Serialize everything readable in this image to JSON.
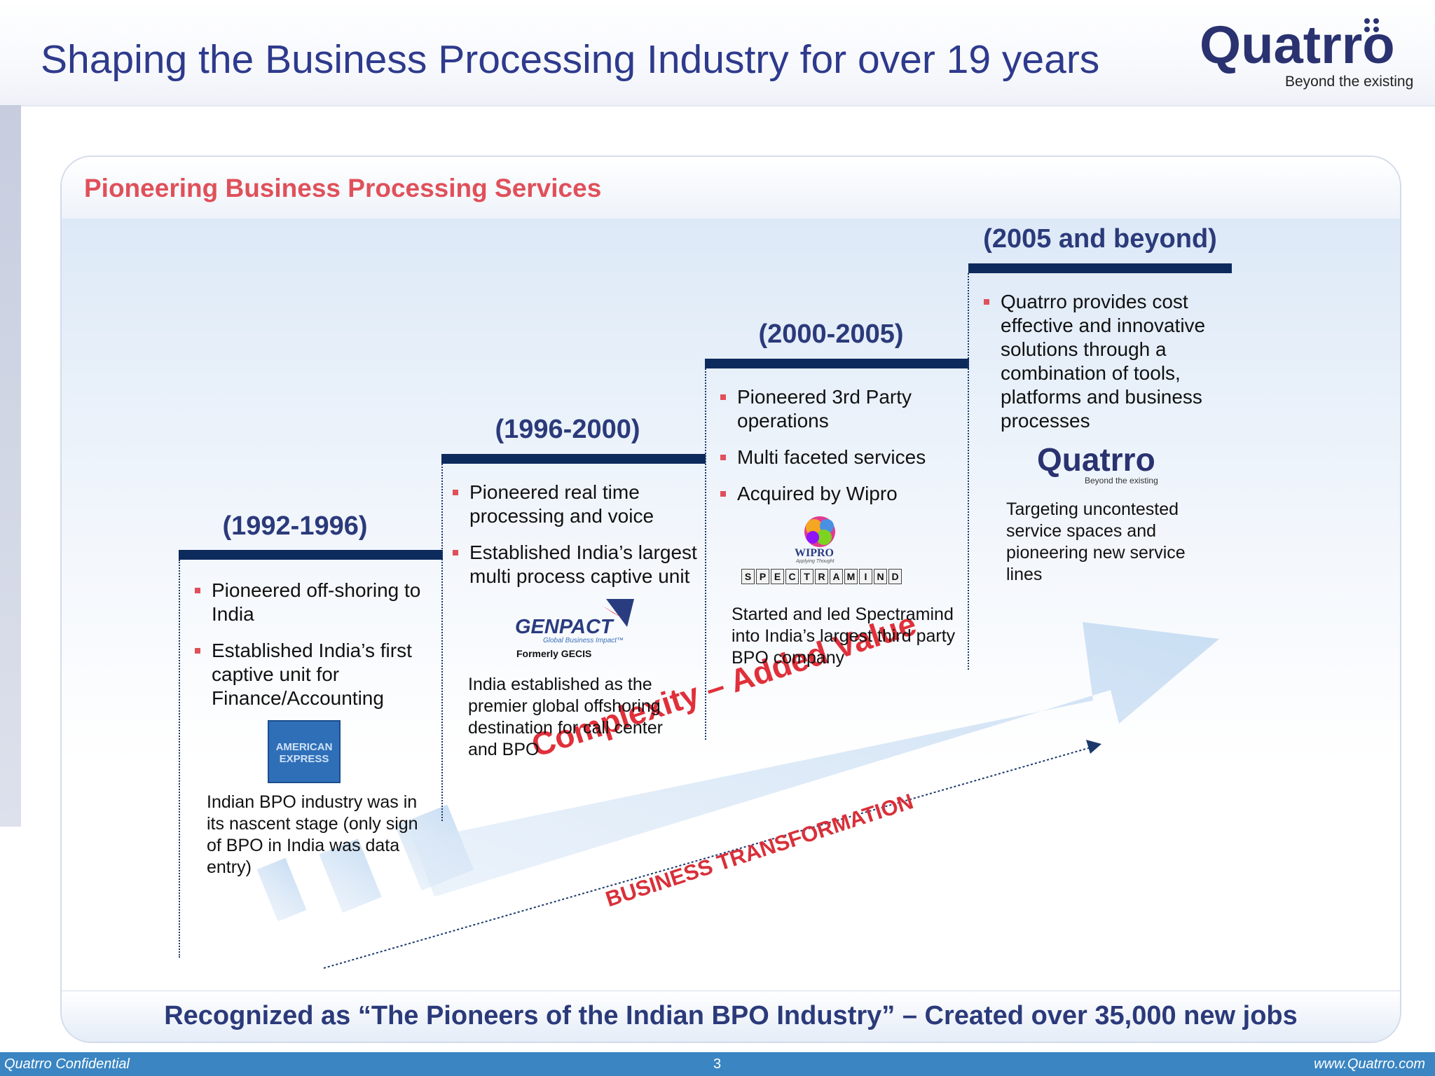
{
  "header": {
    "title": "Shaping the Business Processing Industry for over 19 years"
  },
  "logo": {
    "name": "Quatrro",
    "tagline": "Beyond the existing"
  },
  "panel": {
    "title": "Pioneering Business Processing Services",
    "footer": "Recognized as “The Pioneers of the Indian BPO Industry” – Created over 35,000 new jobs"
  },
  "stages": [
    {
      "period": "(1992-1996)",
      "bullets": [
        "Pioneered off-shoring to India",
        "Established India’s first captive unit for Finance/Accounting"
      ],
      "logo_text": [
        "AMERICAN",
        "EXPRESS"
      ],
      "description": "Indian BPO industry was in its nascent stage (only sign of BPO in India was data entry)"
    },
    {
      "period": "(1996-2000)",
      "bullets": [
        "Pioneered real time processing and voice",
        "Established India’s largest multi process captive unit"
      ],
      "logo_text": {
        "name": "GENPACT",
        "tag": "Global Business Impact™",
        "formerly": "Formerly GECIS"
      },
      "description": "India established as the premier global offshoring destination for call center and BPO"
    },
    {
      "period": "(2000-2005)",
      "bullets": [
        "Pioneered 3rd Party operations",
        "Multi faceted services",
        "Acquired by Wipro"
      ],
      "logo_text": {
        "name": "WIPRO",
        "tag": "Applying Thought",
        "spectramind": "SPECTRAMIND"
      },
      "description": "Started and led Spectramind into India’s largest third party BPO company"
    },
    {
      "period": "(2005 and beyond)",
      "bullets": [
        "Quatrro provides cost effective and innovative solutions through a combination of tools, platforms and business processes"
      ],
      "logo_text": {
        "name": "Quatrro",
        "tag": "Beyond the existing"
      },
      "description": "Targeting uncontested service spaces and pioneering new service lines"
    }
  ],
  "arrow": {
    "label": "Complexity – Added Value",
    "transformation": "BUSINESS TRANSFORMATION"
  },
  "bottom_bar": {
    "left": "Quatrro Confidential",
    "page": "3",
    "right": "www.Quatrro.com"
  },
  "colors": {
    "title": "#2e3a8c",
    "accent_red": "#e0505a",
    "navy": "#0d2a5c",
    "bar": "#3a85c2"
  }
}
